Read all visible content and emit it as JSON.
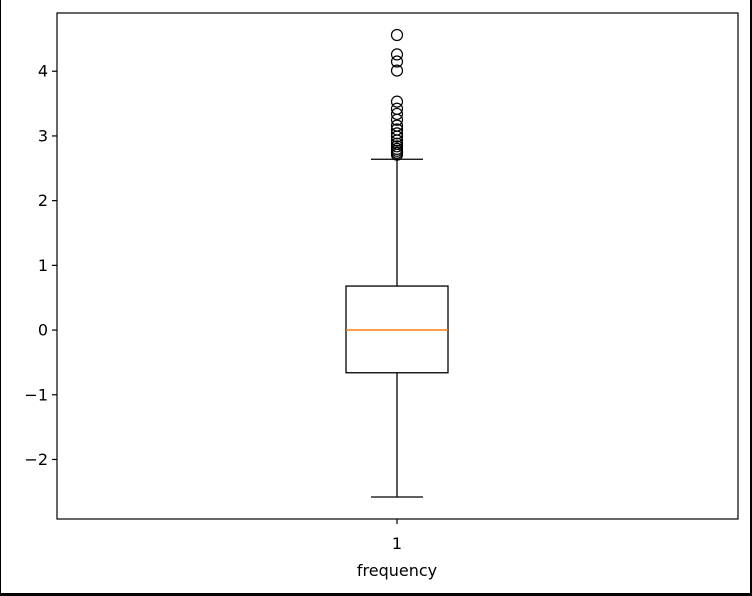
{
  "chart_data": {
    "type": "box",
    "title": "",
    "xlabel": "frequency",
    "ylabel": "",
    "ylim": [
      -2.92,
      4.9
    ],
    "yticks": [
      -2,
      -1,
      0,
      1,
      2,
      3,
      4
    ],
    "ytick_labels": [
      "−2",
      "−1",
      "0",
      "1",
      "2",
      "3",
      "4"
    ],
    "xticks": [
      1
    ],
    "xtick_labels": [
      "1"
    ],
    "grid": false,
    "boxes": [
      {
        "position": 1,
        "whisker_low": -2.58,
        "q1": -0.66,
        "median": 0.0,
        "q3": 0.68,
        "whisker_high": 2.64,
        "outliers": [
          2.71,
          2.74,
          2.77,
          2.8,
          2.84,
          2.88,
          2.93,
          2.99,
          3.04,
          3.1,
          3.16,
          3.25,
          3.34,
          3.42,
          3.53,
          4.01,
          4.15,
          4.26,
          4.56
        ]
      }
    ],
    "colors": {
      "box": "#000000",
      "median": "#ff7f0e",
      "outlier": "#000000"
    }
  }
}
